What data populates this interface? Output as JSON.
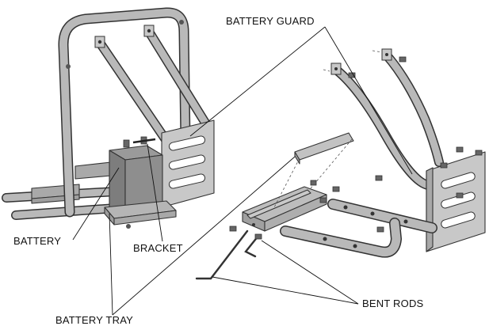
{
  "labels": {
    "battery_guard": "BATTERY GUARD",
    "battery": "BATTERY",
    "bracket": "BRACKET",
    "battery_tray": "BATTERY TRAY",
    "bent_rods": "BENT RODS"
  },
  "colors": {
    "tube_fill": "#b9b9b9",
    "plate_fill": "#c8c8c8",
    "battery_fill": "#8a8a8a",
    "line": "#333333",
    "text": "#111111"
  }
}
